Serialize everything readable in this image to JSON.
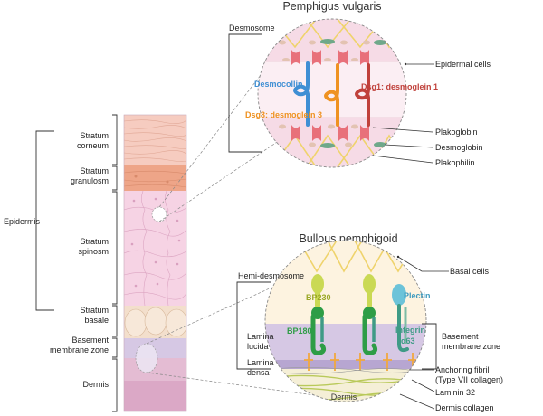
{
  "colors": {
    "corneum": "#f6ccc0",
    "granulosum": "#eea588",
    "spinosum": "#f6d3e4",
    "basale": "#f3dfcc",
    "membrane": "#d6c8e4",
    "dermis": "#dba8c6",
    "cadherin_red": "#d9635f",
    "desmoglein1": "#c0413b",
    "desmoglein3": "#ef9221",
    "desmocollin": "#3f8fd4",
    "plakoglobin_green": "#6fa88a",
    "bp230": "#cad954",
    "bp180": "#2e9d46",
    "integrin": "#3f9b86",
    "plectin": "#6cc3d9",
    "laminin": "#f1a83f",
    "collagen": "#b9c95a"
  },
  "skin_column": {
    "left_label": "Epidermis",
    "layers": [
      {
        "label1": "Stratum",
        "label2": "corneum"
      },
      {
        "label1": "Stratum",
        "label2": "granulosm"
      },
      {
        "label1": "Stratum",
        "label2": "spinosm"
      },
      {
        "label1": "Stratum",
        "label2": "basale"
      },
      {
        "label1": "Basement",
        "label2": "membrane zone"
      },
      {
        "label1": "Dermis",
        "label2": ""
      }
    ]
  },
  "pemphigus": {
    "title": "Pemphigus vulgaris",
    "desmosome_label": "Desmosome",
    "desmocollin": "Desmocollin",
    "dsg1": "Dsg1: desmoglein 1",
    "dsg3": "Dsg3: desmoglein 3",
    "right_labels": [
      "Epidermal cells",
      "Plakoglobin",
      "Desmoglobin",
      "Plakophilin"
    ]
  },
  "bullous": {
    "title": "Bullous pemphigoid",
    "hemi_label": "Hemi-desmosome",
    "bp230": "BP230",
    "bp180": "BP180",
    "plectin": "Plectin",
    "integrin1": "Integrin",
    "integrin2": "α63",
    "lamina_lucida1": "Lamina",
    "lamina_lucida2": "lucida",
    "lamina_densa1": "Lamina",
    "lamina_densa2": "densa",
    "dermis_inner": "Dermis",
    "bmz1": "Basement",
    "bmz2": "membrane zone",
    "right_labels": [
      "Basal cells",
      "Anchoring fibril",
      "(Type VII collagen)",
      "Laminin 32",
      "Dermis collagen"
    ]
  }
}
